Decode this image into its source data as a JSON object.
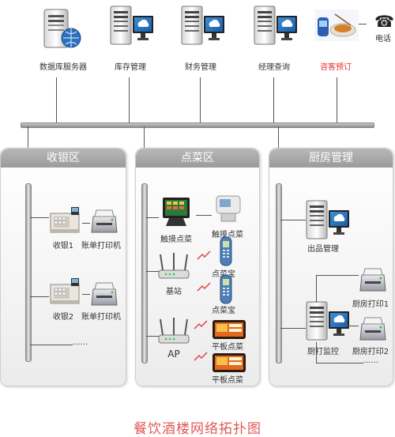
{
  "top_nodes": [
    {
      "label": "数据库服务器",
      "icon": "database-server-icon"
    },
    {
      "label": "库存管理",
      "icon": "server-tower-icon"
    },
    {
      "label": "财务管理",
      "icon": "server-tower-icon"
    },
    {
      "label": "经理查询",
      "icon": "server-tower-icon"
    },
    {
      "label": "咨客预订",
      "icon": "reservation-icon"
    }
  ],
  "phone_label": "电话",
  "sections": {
    "cashier": {
      "title": "收银区",
      "items": [
        "收银1",
        "账单打印机",
        "收银2",
        "账单打印机"
      ],
      "more": "......"
    },
    "ordering": {
      "title": "点菜区",
      "items": [
        "触摸点菜",
        "触摸点菜",
        "基站",
        "点菜宝",
        "点菜宝",
        "AP",
        "平板点菜",
        "平板点菜"
      ]
    },
    "kitchen": {
      "title": "厨房管理",
      "items": [
        "出品管理",
        "厨打监控",
        "厨房打印1",
        "厨房打印2"
      ],
      "more": "......"
    }
  },
  "caption": "餐饮酒楼网络拓扑图",
  "colors": {
    "accent_red": "#e03030",
    "caption": "#e05858",
    "panel_header": "#a9a9a9",
    "bus": "#9a9a9a"
  }
}
